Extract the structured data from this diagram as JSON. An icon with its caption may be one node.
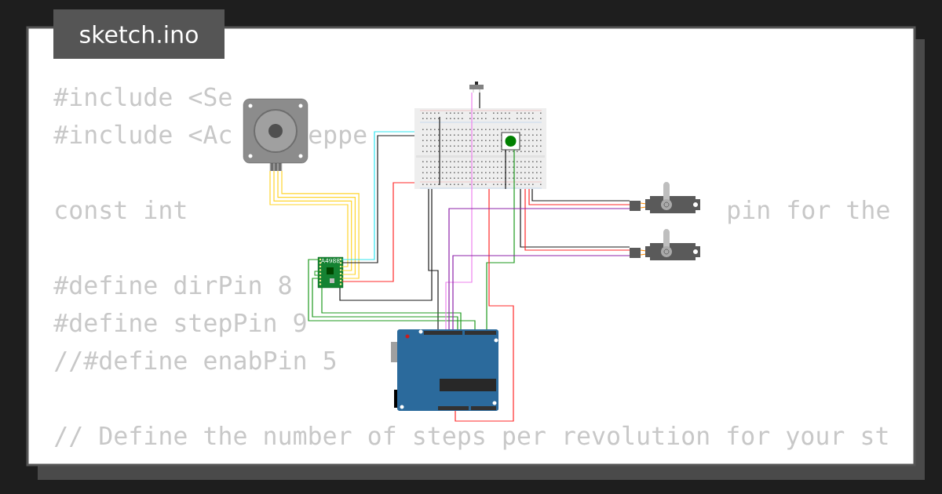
{
  "diagram": {
    "title": "sketch.ino",
    "nodes": [
      {
        "text": [],
        "shape": "picture"
      },
      {
        "text": [
          "A4988"
        ]
      },
      {
        "text": [],
        "shape": "picture"
      },
      {
        "text": [],
        "shape": "picture",
        "in": 2
      },
      {
        "text": [],
        "shape": "picture"
      },
      {
        "text": [],
        "shape": "picture"
      },
      {
        "text": [],
        "shape": "picture"
      },
      {
        "text": [],
        "shape": "picture"
      }
    ],
    "edges": [
      {
        "from": 0,
        "to": 1,
        "arrow": "none",
        "color": "#ffd52e"
      },
      {
        "from": 0,
        "to": 1,
        "arrow": "none",
        "color": "#ffd52e"
      },
      {
        "from": 0,
        "to": 1,
        "arrow": "none",
        "color": "#ffd52e"
      },
      {
        "from": 0,
        "to": 1,
        "arrow": "none",
        "color": "#ffd52e"
      },
      {
        "from": 1,
        "to": 2,
        "arrow": "none",
        "color": "#33e5f0"
      },
      {
        "from": 1,
        "to": 2,
        "arrow": "none",
        "color": "#1a1a1a"
      },
      {
        "from": 1,
        "to": 2,
        "arrow": "none",
        "color": "#ff2a2a"
      },
      {
        "from": 1,
        "to": 2,
        "arrow": "none",
        "color": "#1a1a1a"
      },
      {
        "from": 2,
        "to": 7,
        "arrow": "none",
        "color": "#1a1a1a"
      },
      {
        "from": 1,
        "to": 7,
        "arrow": "none",
        "color": "#1e9a1e"
      },
      {
        "from": 1,
        "to": 7,
        "arrow": "none",
        "color": "#1e9a1e"
      },
      {
        "from": 1,
        "to": 7,
        "arrow": "none",
        "color": "#1e9a1e"
      },
      {
        "from": 3,
        "to": 7,
        "arrow": "none",
        "color": "#1e9a1e"
      },
      {
        "from": 4,
        "to": 7,
        "arrow": "none",
        "color": "#ee82ee"
      },
      {
        "from": 4,
        "to": 2,
        "arrow": "none",
        "color": "#1a1a1a"
      },
      {
        "from": 2,
        "to": 7,
        "arrow": "none",
        "color": "#ff2a2a"
      },
      {
        "from": 2,
        "to": 5,
        "arrow": "none",
        "color": "#1a1a1a"
      },
      {
        "from": 2,
        "to": 5,
        "arrow": "none",
        "color": "#ff2a2a"
      },
      {
        "from": 2,
        "to": 6,
        "arrow": "none",
        "color": "#1a1a1a"
      },
      {
        "from": 2,
        "to": 6,
        "arrow": "none",
        "color": "#ff2a2a"
      },
      {
        "from": 5,
        "to": 7,
        "arrow": "none",
        "color": "#8e24aa"
      },
      {
        "from": 6,
        "to": 7,
        "arrow": "none",
        "color": "#8e24aa"
      },
      {
        "from": 3,
        "to": 2,
        "arrow": "none",
        "color": "#1a1a1a"
      }
    ],
    "labels": [
      "#include <Se",
      "#include <Ac",
      "eppe",
      "const int",
      "pin for the",
      "#define dirPin 8",
      "#define stepPin 9",
      "//#define enabPin 5",
      "// Define the number of steps per revolution for your st"
    ]
  }
}
